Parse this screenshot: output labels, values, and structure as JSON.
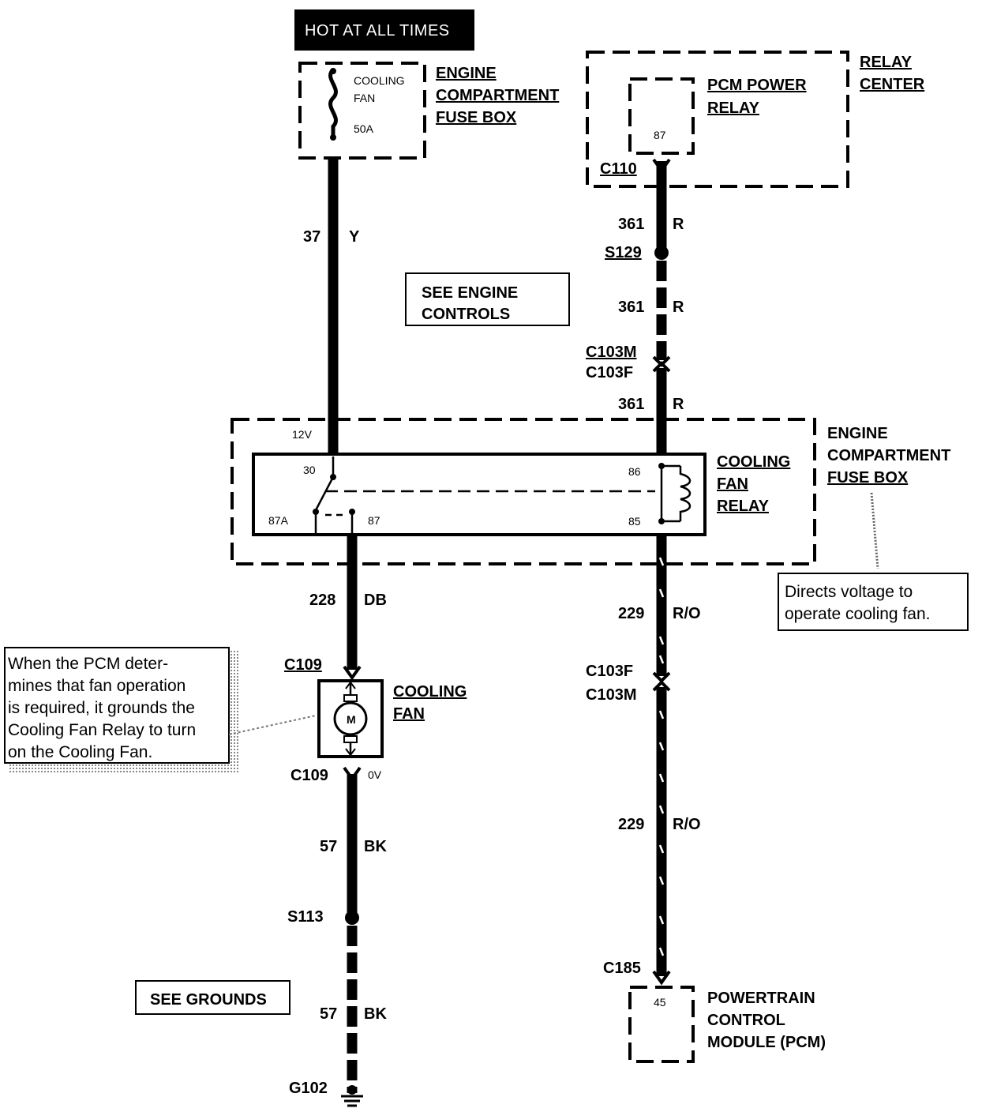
{
  "header": {
    "hot_label": "HOT AT ALL TIMES"
  },
  "fuse_box_top": {
    "fuse_name_line1": "COOLING",
    "fuse_name_line2": "FAN",
    "fuse_rating": "50A",
    "title_line1": "ENGINE",
    "title_line2": "COMPARTMENT",
    "title_line3": "FUSE BOX"
  },
  "relay_center": {
    "title_line1": "RELAY",
    "title_line2": "CENTER",
    "relay_line1": "PCM POWER",
    "relay_line2": "RELAY",
    "pin": "87",
    "connector": "C110"
  },
  "left_circuit": {
    "wire1_num": "37",
    "wire1_color": "Y",
    "wire2_num": "228",
    "wire2_color": "DB",
    "connector_top": "C109",
    "connector_bottom": "C109",
    "voltage_bottom": "0V",
    "wire3_num": "57",
    "wire3_color": "BK",
    "splice": "S113",
    "wire4_num": "57",
    "wire4_color": "BK",
    "ground": "G102"
  },
  "right_circuit": {
    "wire1_num": "361",
    "wire1_color": "R",
    "splice": "S129",
    "wire2_num": "361",
    "wire2_color": "R",
    "conn_m": "C103M",
    "conn_f": "C103F",
    "wire3_num": "361",
    "wire3_color": "R",
    "wire4_num": "229",
    "wire4_color": "R/O",
    "conn2_f": "C103F",
    "conn2_m": "C103M",
    "wire5_num": "229",
    "wire5_color": "R/O",
    "connector_pcm": "C185"
  },
  "see_engine_controls": {
    "line1": "SEE ENGINE",
    "line2": "CONTROLS"
  },
  "see_grounds": {
    "label": "SEE GROUNDS"
  },
  "relay_box": {
    "voltage": "12V",
    "pin30": "30",
    "pin87a": "87A",
    "pin87": "87",
    "pin86": "86",
    "pin85": "85",
    "title_line1": "COOLING",
    "title_line2": "FAN",
    "title_line3": "RELAY",
    "fuse_line1": "ENGINE",
    "fuse_line2": "COMPARTMENT",
    "fuse_line3": "FUSE BOX"
  },
  "cooling_fan": {
    "title_line1": "COOLING",
    "title_line2": "FAN",
    "motor": "M"
  },
  "pcm": {
    "pin": "45",
    "title_line1": "POWERTRAIN",
    "title_line2": "CONTROL",
    "title_line3": "MODULE (PCM)"
  },
  "notes": {
    "right_line1": "Directs voltage to",
    "right_line2": "operate cooling fan.",
    "left_line1": "When the PCM deter-",
    "left_line2": "mines that fan operation",
    "left_line3": "is required, it grounds the",
    "left_line4": "Cooling Fan Relay to turn",
    "left_line5": "on the Cooling Fan."
  }
}
